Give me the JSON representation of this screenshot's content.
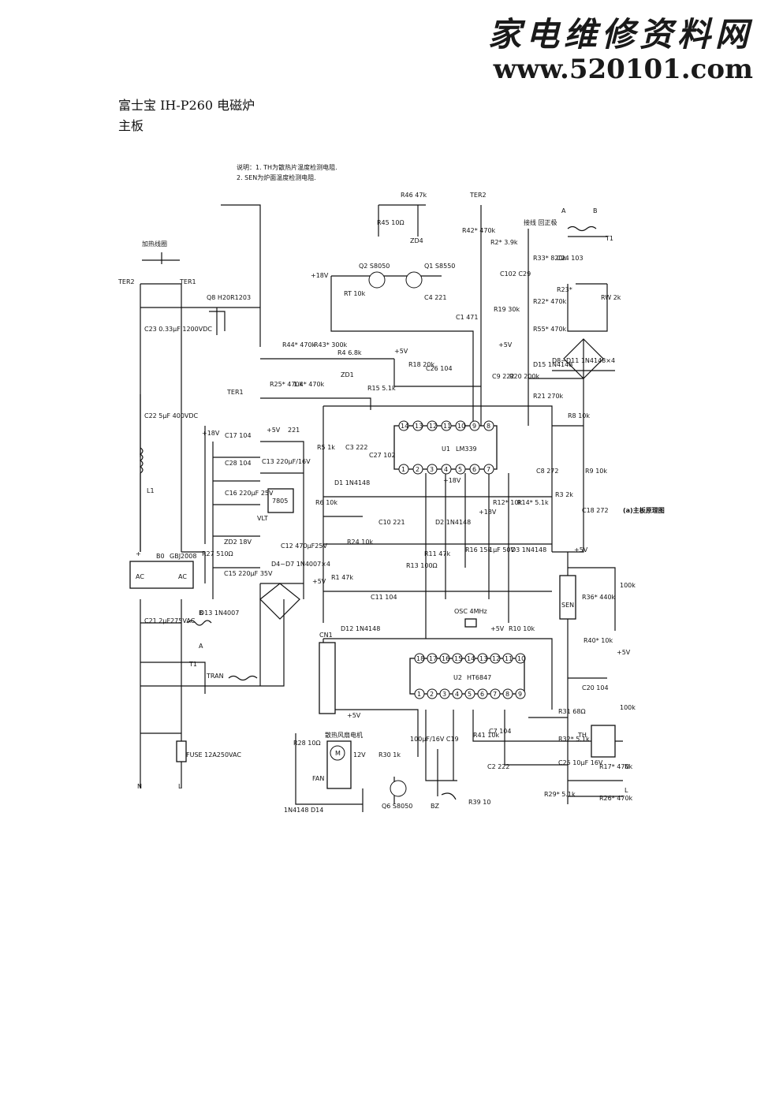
{
  "watermark": {
    "site_name": "家电维修资料网",
    "url": "www.520101.com"
  },
  "document": {
    "title": "富士宝 IH-P260 电磁炉",
    "subtitle": "主板"
  },
  "schematic": {
    "caption": "(a)主板原理图",
    "notes": [
      "说明：1. TH为散热片温度检测电阻.",
      "2. SEN为炉面温度检测电阻."
    ],
    "ic_u1": {
      "ref": "U1",
      "part": "LM339",
      "top_pins": [
        "14",
        "13",
        "12",
        "11",
        "10",
        "9",
        "8"
      ],
      "bottom_pins": [
        "1",
        "2",
        "3",
        "4",
        "5",
        "6",
        "7"
      ]
    },
    "ic_u2": {
      "ref": "U2",
      "part": "HT6847",
      "top_pins": [
        "18",
        "17",
        "16",
        "15",
        "14",
        "13",
        "12",
        "11",
        "10"
      ],
      "bottom_pins": [
        "1",
        "2",
        "3",
        "4",
        "5",
        "6",
        "7",
        "8",
        "9"
      ]
    },
    "bridge_b0": {
      "ref": "B0",
      "part": "GBJ2008",
      "ac1": "AC",
      "ac2": "AC",
      "plus": "+",
      "minus": "-"
    },
    "reg_7805": "7805",
    "reg_vlt": "VLT",
    "labels": {
      "ter2_left": "TER2",
      "ter1_left": "TER1",
      "ter1_mid": "TER1",
      "ter2_right": "TER2",
      "coil": "加热线圈",
      "q8": "Q8 H20R1203",
      "c23": "C23 0.33μF 1200VDC",
      "c22": "C22 5μF 400VDC",
      "l1": "L1",
      "c21": "C21 2μF275VAC",
      "t1_left": "T1",
      "t1_a": "A",
      "t1_b": "B",
      "fuse": "FUSE 12A250VAC",
      "n_left": "N",
      "l_left": "L",
      "tran": "TRAN",
      "plus18_a": "+18V",
      "plus18_b": "+18V",
      "plus18_c": "+18V",
      "plus18_d": "+18V",
      "plus5_a": "+5V",
      "plus5_b": "+5V",
      "plus5_c": "+5V",
      "plus5_d": "+5V",
      "plus5_e": "+5V",
      "plus5_f": "+5V",
      "plus5_g": "+5V",
      "plus5_h": "+5V",
      "c17": "C17 104",
      "c28": "C28 104",
      "c16": "C16 220μF 25V",
      "zd2": "ZD2 18V",
      "r27": "R27 510Ω",
      "c15": "C15 220μF 35V",
      "d13": "D13 1N4007",
      "d4d7": "D4~D7 1N4007×4",
      "c12": "C12 470μF25V",
      "c13": "C13 220μF/16V",
      "c221": "221",
      "q2": "Q2 S8050",
      "q1": "Q1 S8550",
      "rt": "RT 10k",
      "c4": "C4 221",
      "r45": "R45 10Ω",
      "zd4": "ZD4",
      "r46": "R46 47k",
      "r44": "R44* 470k",
      "r43": "R43* 300k",
      "r4": "R4 6.8k",
      "r25": "R25* 470k",
      "r_14": "1.4* 470k",
      "zd1": "ZD1",
      "r15": "R15 5.1k",
      "c1": "C1 471",
      "r19": "R19 30k",
      "r18": "R18 20k",
      "c26": "C26 104",
      "r5": "R5 1k",
      "c3": "C3 222",
      "c27": "C27 102",
      "d1": "D1 1N4148",
      "r6": "R6 10k",
      "c10": "C10 221",
      "d2": "D2 1N4148",
      "r24": "R24 10k",
      "r11": "R11 47k",
      "r16": "R16 15k",
      "c_1u": "1μF 50V",
      "d3": "D3 1N4148",
      "r13": "R13 100Ω",
      "r1": "R1 47k",
      "c11": "C11 104",
      "d12": "D12 1N4148",
      "cn1": "CN1",
      "osc": "OSC 4MHz",
      "r10": "R10 10k",
      "r12": "R12* 10k",
      "r14": "R14* 5.1k",
      "r3": "R3 2k",
      "c8": "C8 272",
      "r9": "R9 10k",
      "c18": "C18 272",
      "r8": "R8 10k",
      "r42": "R42* 470k",
      "r2": "R2* 3.9k",
      "c102": "C102 C29",
      "r33": "R33* 820k",
      "r22": "R22* 470k",
      "r55": "R55* 470k",
      "c9": "C9 222",
      "r20": "R20 200k",
      "d15": "D15 1N4148",
      "r21": "R21 270k",
      "jie": "接线 回正极",
      "c24": "C24 103",
      "r23": "R23*",
      "rw": "RW 2k",
      "d8d11": "D8~D11 1N4148×4",
      "t1_right": "T1",
      "t1r_a": "A",
      "t1r_b": "B",
      "sen": "SEN",
      "r36": "R36* 440k",
      "ntc1": "100k",
      "r40": "R40* 10k",
      "c20": "C20 104",
      "r31": "R31 68Ω",
      "c7": "C7 104",
      "r32": "R32* 5.1k",
      "th": "TH",
      "ntc2": "100k",
      "r41": "R41 10k",
      "c2": "C2 222",
      "c25": "C25 10μF 16V",
      "r17": "R17* 470k",
      "r29": "R29* 5.1k",
      "r26": "R26* 470k",
      "n_right": "N",
      "l_right": "L",
      "r28": "R28 10Ω",
      "fan": "FAN",
      "motor": "M",
      "fan_label": "散热风扇电机",
      "fan_v": "12V",
      "d14": "1N4148 D14",
      "r30": "R30 1k",
      "q6": "Q6 S8050",
      "c19": "100μF/16V C19",
      "bz": "BZ",
      "r39": "R39 10"
    }
  }
}
